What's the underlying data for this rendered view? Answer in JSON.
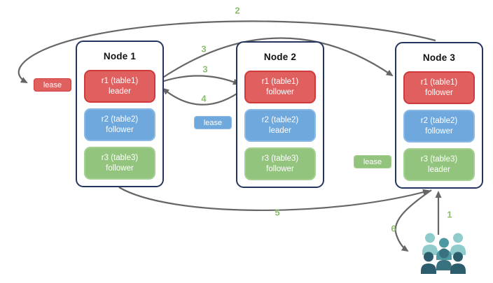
{
  "diagram": {
    "nodes": [
      {
        "title": "Node 1",
        "replicas": [
          {
            "name": "r1 (table1)",
            "role": "leader",
            "color": "red"
          },
          {
            "name": "r2 (table2)",
            "role": "follower",
            "color": "blue"
          },
          {
            "name": "r3 (table3)",
            "role": "follower",
            "color": "green"
          }
        ]
      },
      {
        "title": "Node 2",
        "replicas": [
          {
            "name": "r1 (table1)",
            "role": "follower",
            "color": "red"
          },
          {
            "name": "r2 (table2)",
            "role": "leader",
            "color": "blue"
          },
          {
            "name": "r3 (table3)",
            "role": "follower",
            "color": "green"
          }
        ]
      },
      {
        "title": "Node 3",
        "replicas": [
          {
            "name": "r1 (table1)",
            "role": "follower",
            "color": "red"
          },
          {
            "name": "r2 (table2)",
            "role": "follower",
            "color": "blue"
          },
          {
            "name": "r3 (table3)",
            "role": "leader",
            "color": "green"
          }
        ]
      }
    ],
    "leases": [
      {
        "label": "lease",
        "color": "red"
      },
      {
        "label": "lease",
        "color": "blue"
      },
      {
        "label": "lease",
        "color": "green"
      }
    ],
    "steps": {
      "s1": "1",
      "s2": "2",
      "s3a": "3",
      "s3b": "3",
      "s4": "4",
      "s5": "5",
      "s6": "6"
    },
    "colors": {
      "node_border": "#24365f",
      "arrow": "#666666",
      "step_number": "#8cbd6e",
      "red_fill": "#e06060",
      "red_border": "#d13a3a",
      "blue_fill": "#6fa8dc",
      "blue_border": "#8cbae8",
      "green_fill": "#93c47d",
      "green_border": "#a6d092",
      "people_light": "#8fcbcb",
      "people_medium": "#4e98a2",
      "people_mid_dark": "#39727f",
      "people_dark": "#2b5d6c"
    }
  }
}
